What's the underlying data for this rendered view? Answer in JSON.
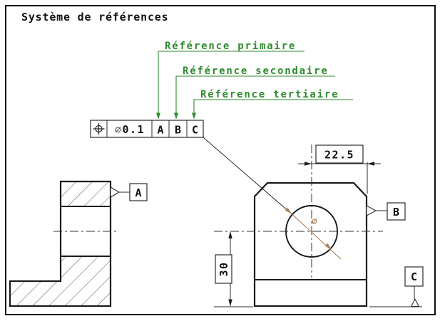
{
  "title": "Système de références",
  "leader_labels": [
    {
      "label": "Référence primaire"
    },
    {
      "label": "Référence secondaire"
    },
    {
      "label": "Référence tertiaire"
    }
  ],
  "feature_control_frame": {
    "geometric_symbol": "position",
    "tolerance_diameter_symbol": "⌀",
    "tolerance_value": "0.1",
    "datums": [
      "A",
      "B",
      "C"
    ]
  },
  "dimensions": {
    "horizontal_value": "22.5",
    "vertical_value": "30",
    "hole_diameter_symbol": "⌀"
  },
  "datum_labels": {
    "a": "A",
    "b": "B",
    "c": "C"
  },
  "colors": {
    "leader_green": "#2e8b2e",
    "dimension_brown": "#a97c55",
    "line_black": "#1a1a1a"
  }
}
